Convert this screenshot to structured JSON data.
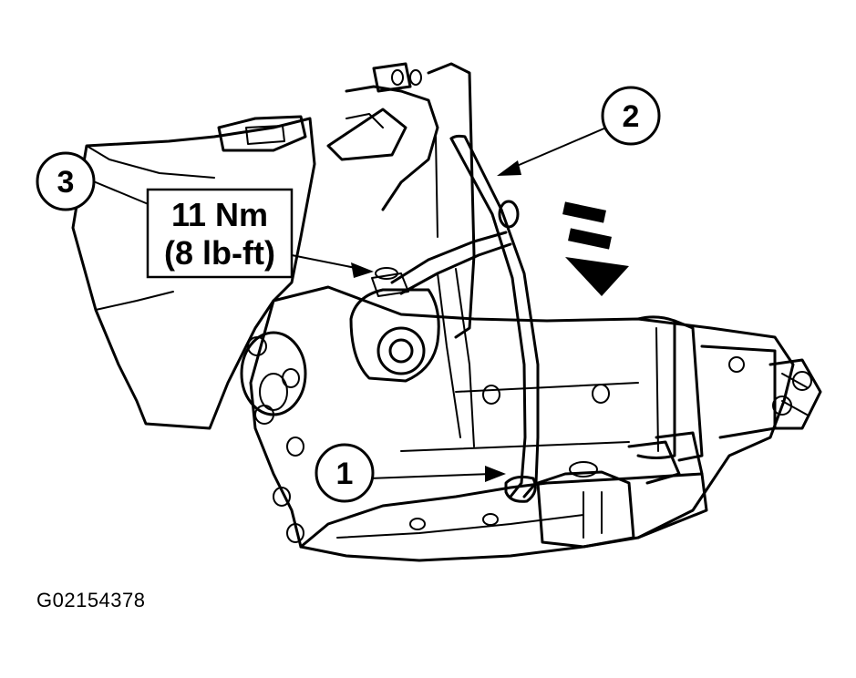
{
  "callouts": [
    {
      "id": "1",
      "label": "1"
    },
    {
      "id": "2",
      "label": "2"
    },
    {
      "id": "3",
      "label": "3"
    }
  ],
  "torque_spec": {
    "line1": "11 Nm",
    "line2": "(8 lb-ft)"
  },
  "figure_id": "G02154378",
  "colors": {
    "ink": "#000000",
    "paper": "#ffffff"
  }
}
